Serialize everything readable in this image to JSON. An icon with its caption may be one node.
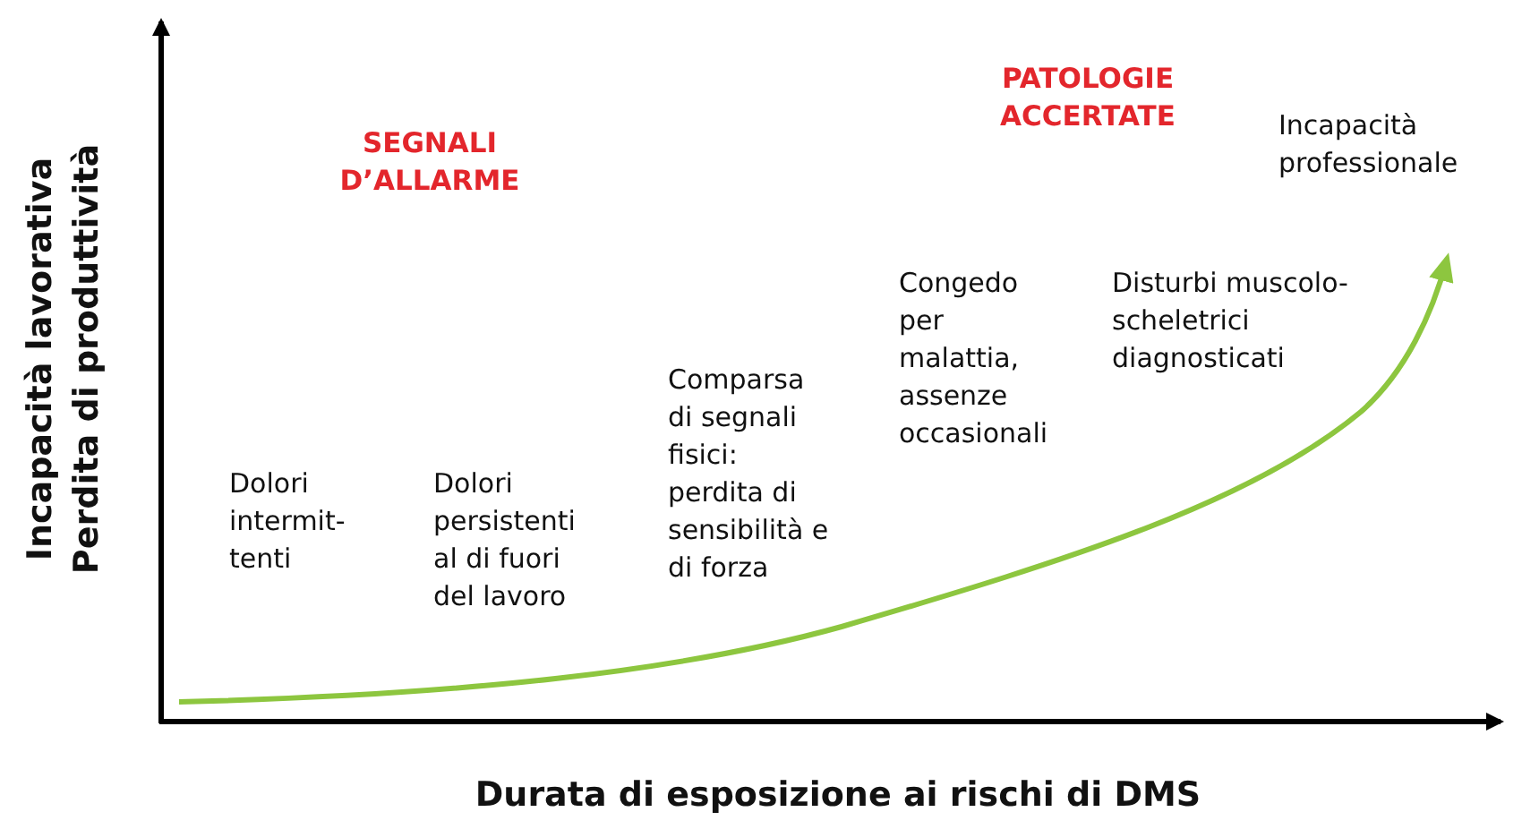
{
  "diagram": {
    "labels": [
      "Incapacità lavorativa",
      "Perdita di produttività",
      "PATOLOGIE ACCERTATE",
      "Incapacità professionale",
      "SEGNALI D’ALLARME",
      "Congedo per malattia, assenze occasionali",
      "Disturbi muscolo- scheletrici diagnosticati",
      "Comparsa di segnali fisici: perdita di sensibilità e di forza",
      "Dolori intermit- tenti",
      "Dolori persistenti al di fuori del lavoro",
      "Durata di esposizione ai rischi di DMS"
    ]
  }
}
